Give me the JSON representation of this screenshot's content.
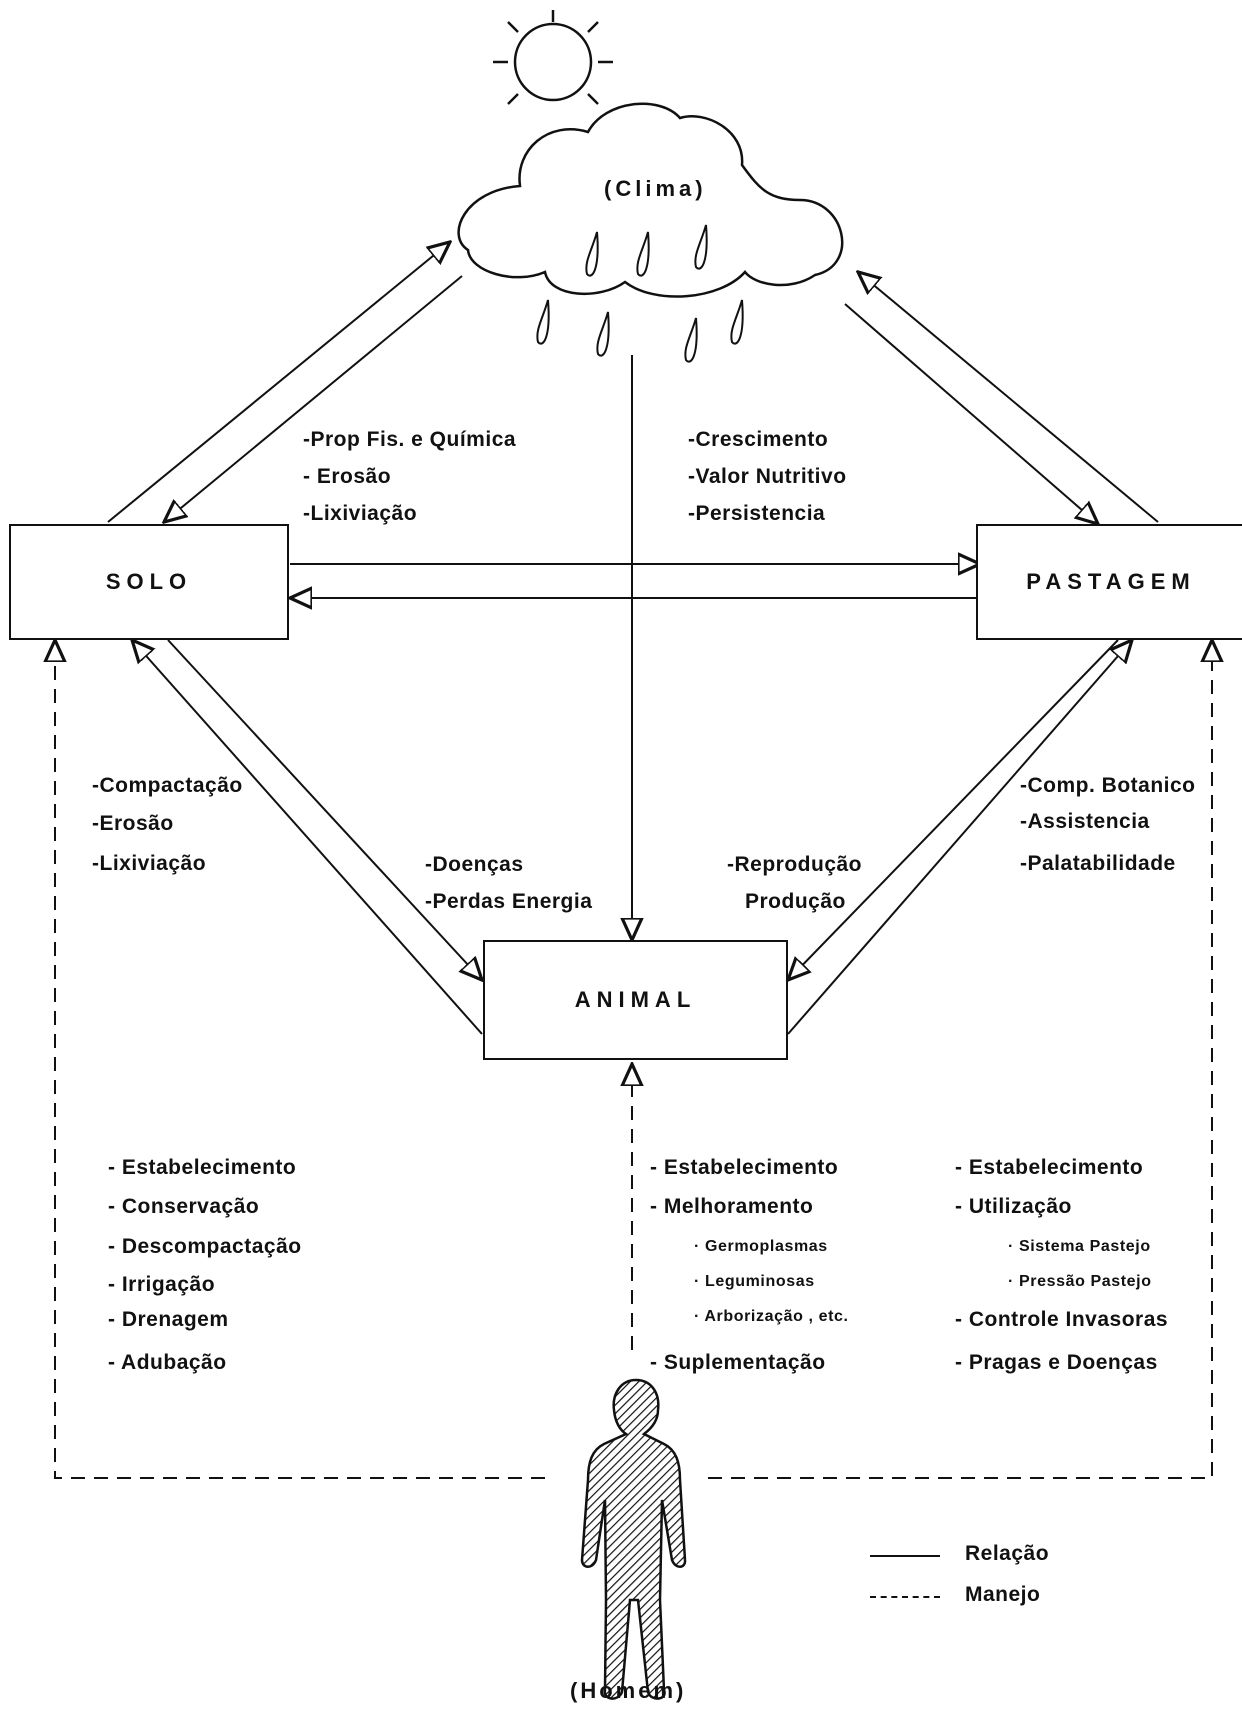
{
  "nodes": {
    "climate": "(Clima)",
    "soil": "SOLO",
    "pasture": "PASTAGEM",
    "animal": "ANIMAL",
    "man": "(Homem)"
  },
  "relations": {
    "soil_climate": [
      "-Prop  Fis. e Química",
      "- Erosão",
      "-Lixiviação"
    ],
    "pasture_climate": [
      "-Crescimento",
      "-Valor  Nutritivo",
      "-Persistencia"
    ],
    "soil_animal_left": [
      "-Compactação",
      "-Erosão",
      "-Lixiviação"
    ],
    "soil_animal_inner": [
      "-Doenças",
      "-Perdas Energia"
    ],
    "pasture_animal_inner": [
      "-Reprodução",
      "Produção"
    ],
    "pasture_animal_right": [
      "-Comp. Botanico",
      "-Assistencia",
      "-Palatabilidade"
    ]
  },
  "management": {
    "soil": [
      "- Estabelecimento",
      "- Conservação",
      "- Descompactação",
      "- Irrigação",
      "- Drenagem",
      "- Adubação"
    ],
    "animal": {
      "items": [
        "- Estabelecimento",
        "- Melhoramento"
      ],
      "sub": [
        "· Germoplasmas",
        "· Leguminosas",
        "· Arborização , etc."
      ],
      "last": "- Suplementação"
    },
    "pasture": {
      "items": [
        "- Estabelecimento",
        "- Utilização"
      ],
      "sub": [
        "· Sistema  Pastejo",
        "· Pressão Pastejo"
      ],
      "more": [
        "- Controle Invasoras",
        "- Pragas e Doenças"
      ]
    }
  },
  "legend": {
    "solid": "Relação",
    "dashed": "Manejo"
  },
  "icons": [
    "sun-icon",
    "cloud-icon",
    "rain-drop-icon",
    "human-figure-icon"
  ]
}
